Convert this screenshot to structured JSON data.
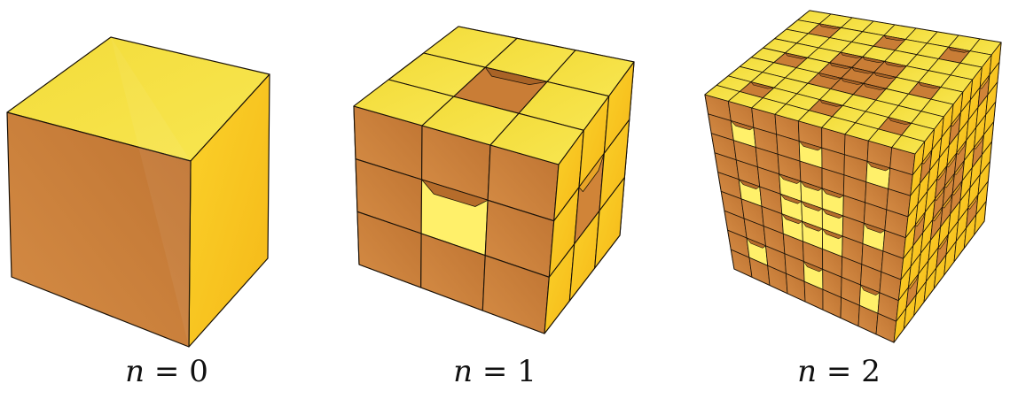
{
  "figure": {
    "panels": [
      {
        "var": "n",
        "op": "=",
        "level": "0",
        "order": 0
      },
      {
        "var": "n",
        "op": "=",
        "level": "1",
        "order": 1
      },
      {
        "var": "n",
        "op": "=",
        "level": "2",
        "order": 2
      }
    ],
    "colors": {
      "top_face": "#f5df3c",
      "right_face": "#f9c21d",
      "front_face": "#c77b33",
      "front_face_light": "#d68f43",
      "edge": "#1a1208",
      "hole_inner_light": "#fff06a"
    }
  }
}
